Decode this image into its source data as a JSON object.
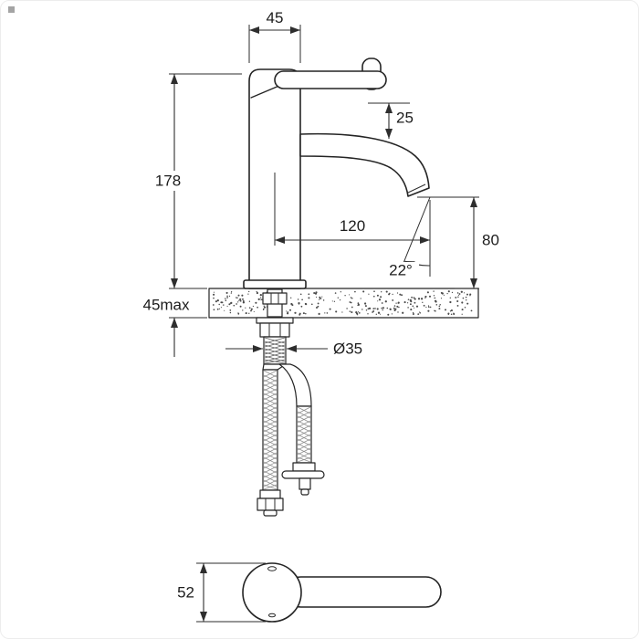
{
  "drawing": {
    "dims": {
      "top_width": "45",
      "spout_offset": "25",
      "body_height": "178",
      "spout_reach": "120",
      "outlet_height": "80",
      "spout_angle": "22°",
      "deck_thickness": "45max",
      "hole_diameter": "Ø35",
      "base_diameter": "52"
    }
  }
}
